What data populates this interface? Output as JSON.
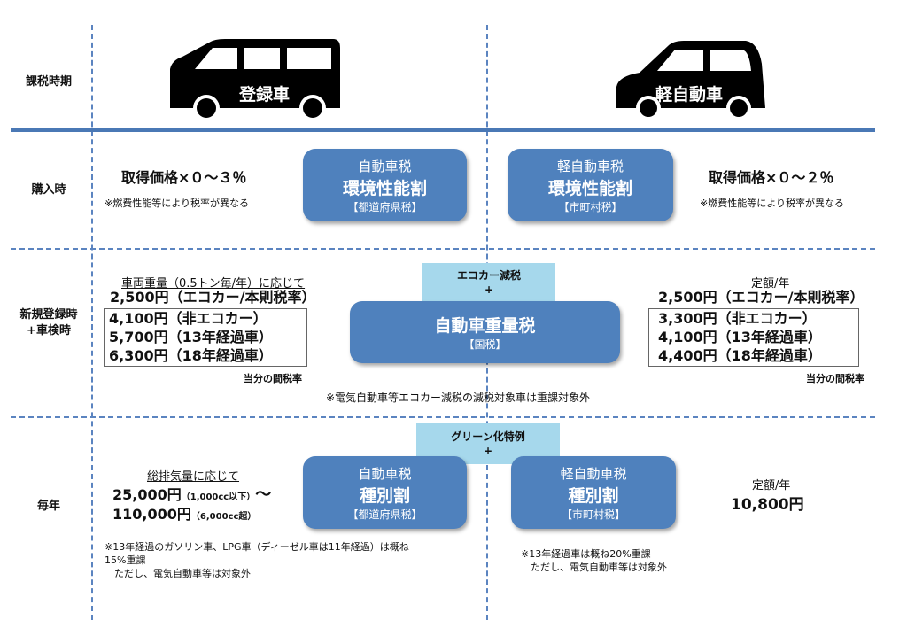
{
  "rows": {
    "period": "課税時期",
    "purchase": "購入時",
    "inspection": [
      "新規登録時",
      "+車検時"
    ],
    "annual": "毎年"
  },
  "cars": {
    "left": "登録車",
    "right": "軽自動車"
  },
  "purchase": {
    "left": {
      "rate": "取得価格×０～３％",
      "note": "※燃費性能等により税率が異なる"
    },
    "right": {
      "rate": "取得価格×０～２％",
      "note": "※燃費性能等により税率が異なる"
    },
    "box_left": {
      "l1": "自動車税",
      "l2": "環境性能割",
      "l3": "【都道府県税】"
    },
    "box_right": {
      "l1": "軽自動車税",
      "l2": "環境性能割",
      "l3": "【市町村税】"
    }
  },
  "weight": {
    "eco_label": [
      "エコカー減税",
      "+"
    ],
    "box": {
      "l1": "自動車重量税",
      "l2": "【国税】"
    },
    "left": {
      "heading": "車両重量（0.5トン毎/年）に応じて",
      "base": "2,500円（エコカー/本則税率）",
      "items": [
        "4,100円（非エコカー）",
        "5,700円（13年経過車）",
        "6,300円（18年経過車）"
      ],
      "caption": "当分の間税率"
    },
    "right": {
      "heading": "定額/年",
      "base": "2,500円（エコカー/本則税率）",
      "items": [
        "3,300円（非エコカー）",
        "4,100円（13年経過車）",
        "4,400円（18年経過車）"
      ],
      "caption": "当分の間税率"
    },
    "note": "※電気自動車等エコカー減税の減税対象車は重課対象外"
  },
  "annual": {
    "green_label": [
      "グリーン化特例",
      "+"
    ],
    "box_left": {
      "l1": "自動車税",
      "l2": "種別割",
      "l3": "【都道府県税】"
    },
    "box_right": {
      "l1": "軽自動車税",
      "l2": "種別割",
      "l3": "【市町村税】"
    },
    "left": {
      "heading": "総排気量に応じて",
      "min": "25,000円",
      "min_note": "（1,000cc以下）",
      "tilde": "～",
      "max": "110,000円",
      "max_note": "（6,000cc超）",
      "note": [
        "※13年経過のガソリン車、LPG車（ディーゼル車は11年経過）は概ね",
        "15%重課",
        "　ただし、電気自動車等は対象外"
      ]
    },
    "right": {
      "heading": "定額/年",
      "amount": "10,800円",
      "note": [
        "※13年経過車は概ね20%重課",
        "　ただし、電気自動車等は対象外"
      ]
    }
  }
}
